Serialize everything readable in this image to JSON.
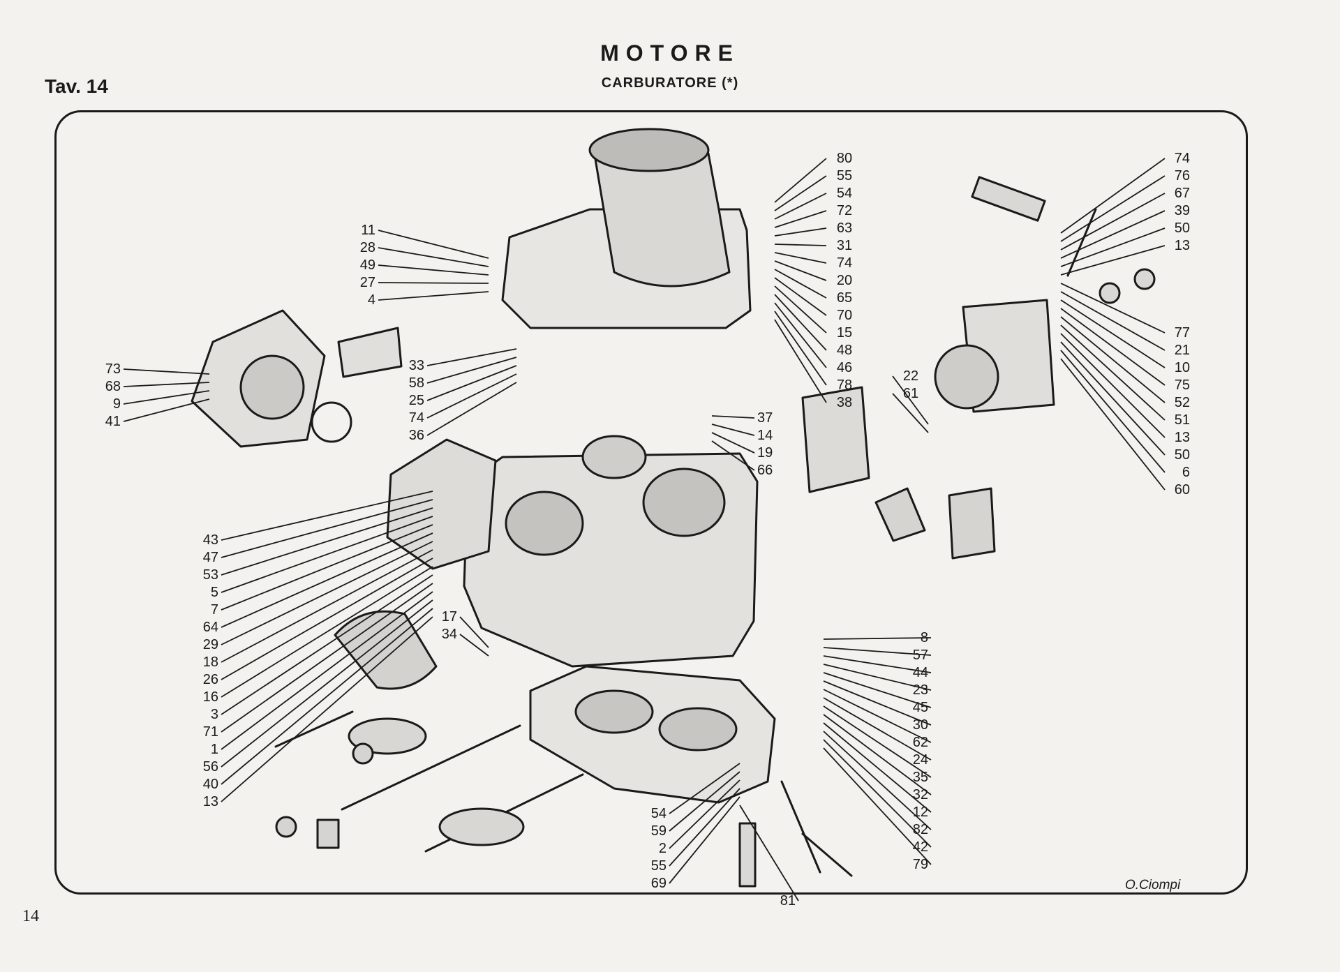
{
  "header": {
    "title": "MOTORE",
    "subtitle": "CARBURATORE (*)",
    "plate": "Tav.  14"
  },
  "page_number": "14",
  "signature": "O.Ciompi",
  "colors": {
    "paper": "#f3f2ef",
    "ink": "#1a1a1a"
  },
  "labels": {
    "right_top": [
      "80",
      "55",
      "54",
      "72",
      "63",
      "31",
      "74",
      "20",
      "65",
      "70",
      "15",
      "48",
      "46",
      "78",
      "38"
    ],
    "right_mid_a": [
      "22",
      "61"
    ],
    "far_right": [
      "74",
      "76",
      "67",
      "39",
      "50",
      "13",
      "77",
      "21",
      "10",
      "75",
      "52",
      "51",
      "13",
      "50",
      "6",
      "60"
    ],
    "center_left": [
      "33",
      "58",
      "25",
      "74",
      "36"
    ],
    "center_right": [
      "37",
      "14",
      "19",
      "66"
    ],
    "left_top": [
      "11",
      "28",
      "49",
      "27",
      "4"
    ],
    "left_mid": [
      "73",
      "68",
      "9",
      "41"
    ],
    "left_low": [
      "43",
      "47",
      "53",
      "5",
      "7",
      "64",
      "29",
      "18",
      "26",
      "16",
      "3",
      "71",
      "1",
      "56",
      "40",
      "13"
    ],
    "center_low": [
      "17",
      "34"
    ],
    "bottom_center": [
      "54",
      "59",
      "2",
      "55",
      "69",
      "81"
    ],
    "bottom_right": [
      "8",
      "57",
      "44",
      "23",
      "45",
      "30",
      "62",
      "24",
      "35",
      "32",
      "12",
      "82",
      "42",
      "79"
    ]
  }
}
